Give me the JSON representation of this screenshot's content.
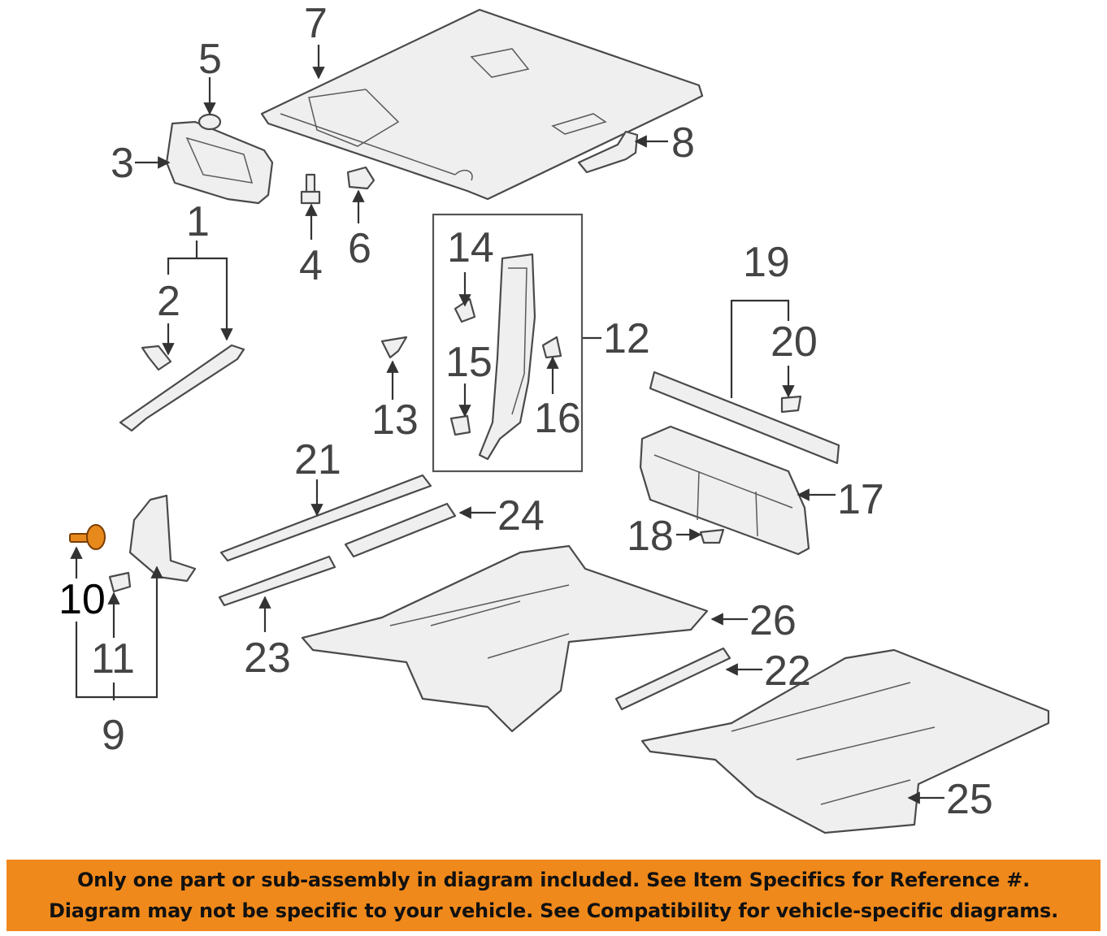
{
  "diagram": {
    "callouts": [
      "1",
      "2",
      "3",
      "4",
      "5",
      "6",
      "7",
      "8",
      "9",
      "10",
      "11",
      "12",
      "13",
      "14",
      "15",
      "16",
      "17",
      "18",
      "19",
      "20",
      "21",
      "22",
      "23",
      "24",
      "25",
      "26"
    ],
    "highlighted_callout": "10",
    "colors": {
      "highlight": "#e8891c",
      "banner": "#f0891b",
      "linework": "#4a4a4a"
    }
  },
  "banner": {
    "line1": "Only one part or sub-assembly in diagram included. See Item Specifics for Reference #.",
    "line2": "Diagram may not be specific to your vehicle. See Compatibility for vehicle-specific diagrams."
  }
}
